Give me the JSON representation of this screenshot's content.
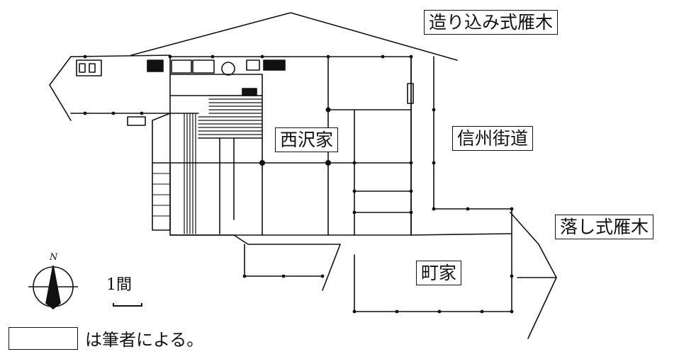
{
  "labels": {
    "tsukurikomi": "造り込み式雁木",
    "shinshu_kaido": "信州街道",
    "otoshi": "落し式雁木",
    "nishizawa": "西沢家",
    "machiya": "町家"
  },
  "scale": {
    "text": "1間"
  },
  "compass": {
    "letter": "N"
  },
  "legend": {
    "text": "は筆者による。"
  }
}
